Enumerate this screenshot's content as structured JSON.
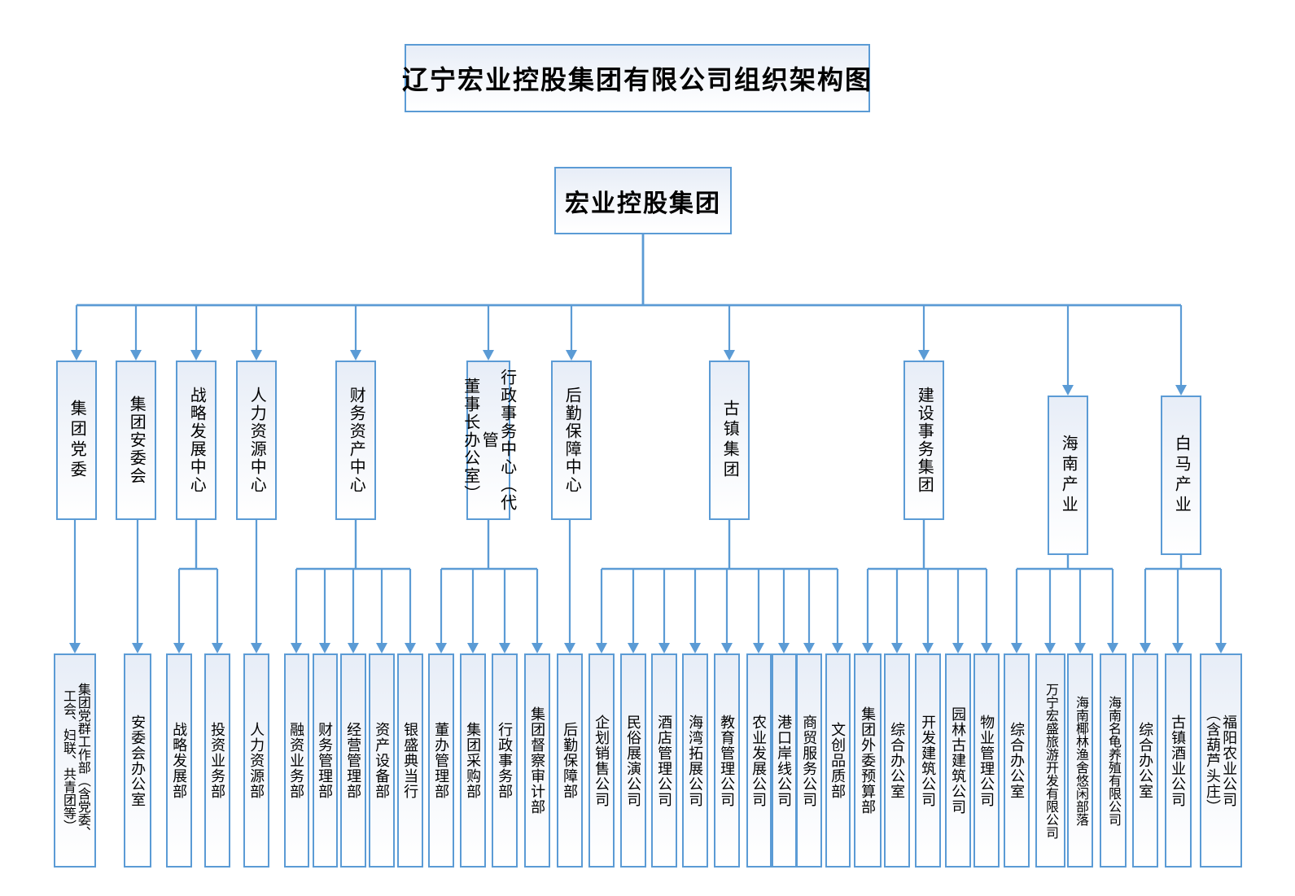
{
  "title": "辽宁宏业控股集团有限公司组织架构图",
  "root": {
    "label": "宏业控股集团"
  },
  "colors": {
    "line": "#5B9BD5",
    "box_border": "#5B9BD5",
    "box_fill_top": "#E7EDF7",
    "box_fill_bottom": "#FFFFFF",
    "text": "#000000",
    "background": "#FFFFFF"
  },
  "departments": [
    {
      "label": "集团党委",
      "children": [
        {
          "label": "集团党群工作部（含党委、\n工会、妇联、共青团等）"
        }
      ]
    },
    {
      "label": "集团安委会",
      "children": [
        {
          "label": "安委会办公室"
        }
      ]
    },
    {
      "label": "战略发展中心",
      "children": [
        {
          "label": "战略发展部"
        },
        {
          "label": "投资业务部"
        }
      ]
    },
    {
      "label": "人力资源中心",
      "children": [
        {
          "label": "人力资源部"
        }
      ]
    },
    {
      "label": "财务资产中心",
      "children": [
        {
          "label": "融资业务部"
        },
        {
          "label": "财务管理部"
        },
        {
          "label": "经营管理部"
        },
        {
          "label": "资产设备部"
        },
        {
          "label": "银盛典当行"
        }
      ]
    },
    {
      "label": "行政事务中心（代管\n董事长办公室）",
      "children": [
        {
          "label": "董办管理部"
        },
        {
          "label": "集团采购部"
        },
        {
          "label": "行政事务部"
        },
        {
          "label": "集团督察审计部"
        }
      ]
    },
    {
      "label": "后勤保障中心",
      "children": [
        {
          "label": "后勤保障部"
        }
      ]
    },
    {
      "label": "古镇集团",
      "children": [
        {
          "label": "企划销售公司"
        },
        {
          "label": "民俗展演公司"
        },
        {
          "label": "酒店管理公司"
        },
        {
          "label": "海湾拓展公司"
        },
        {
          "label": "教育管理公司"
        },
        {
          "label": "农业发展公司"
        },
        {
          "label": "港口岸线公司"
        },
        {
          "label": "商贸服务公司"
        },
        {
          "label": "文创品质部"
        }
      ]
    },
    {
      "label": "建设事务集团",
      "children": [
        {
          "label": "集团外委预算部"
        },
        {
          "label": "综合办公室"
        },
        {
          "label": "开发建筑公司"
        },
        {
          "label": "园林古建筑公司"
        },
        {
          "label": "物业管理公司"
        }
      ]
    },
    {
      "label": "海南产业",
      "children": [
        {
          "label": "综合办公室"
        },
        {
          "label": "万宁宏盛旅游开发有限公司"
        },
        {
          "label": "海南椰林渔舍悠闲部落"
        },
        {
          "label": "海南名龟养殖有限公司"
        }
      ]
    },
    {
      "label": "白马产业",
      "children": [
        {
          "label": "综合办公室"
        },
        {
          "label": "古镇酒业公司"
        },
        {
          "label": "福阳农业公司\n（含葫芦头庄）"
        }
      ]
    }
  ]
}
